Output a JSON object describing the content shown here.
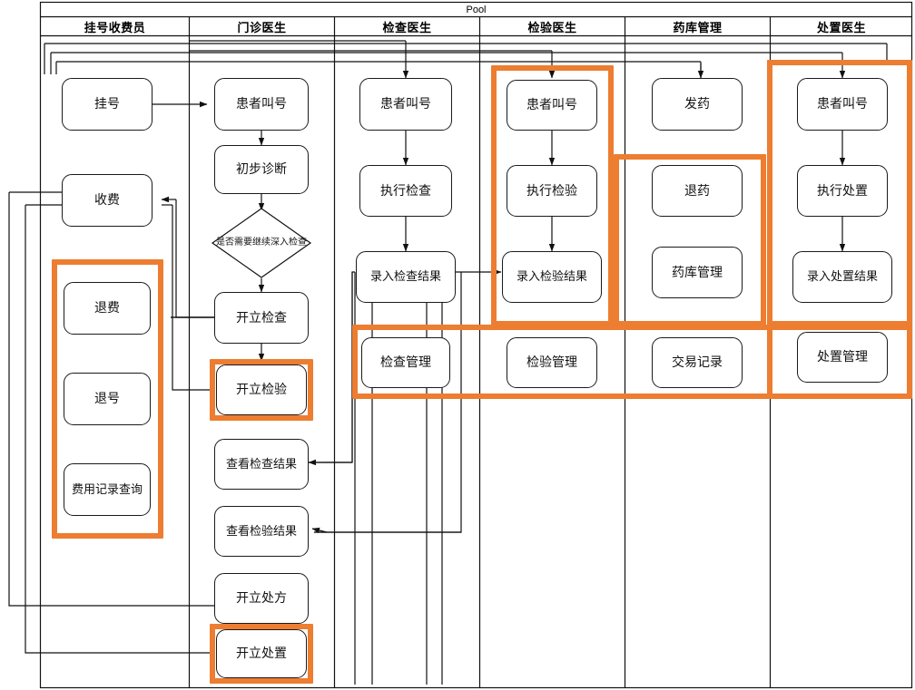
{
  "pool": {
    "title": "Pool"
  },
  "theme": {
    "highlight_color": "#ED7D31",
    "line_color": "#1a1a1a",
    "node_fill": "#ffffff"
  },
  "lanes": [
    {
      "id": "lane-registration",
      "label": "挂号收费员"
    },
    {
      "id": "lane-outpatient",
      "label": "门诊医生"
    },
    {
      "id": "lane-exam",
      "label": "检查医生"
    },
    {
      "id": "lane-lab",
      "label": "检验医生"
    },
    {
      "id": "lane-pharmacy",
      "label": "药库管理"
    },
    {
      "id": "lane-treatment",
      "label": "处置医生"
    }
  ],
  "nodes": {
    "registration": [
      {
        "id": "guahao",
        "label": "挂号"
      },
      {
        "id": "shoufei",
        "label": "收费"
      },
      {
        "id": "tuifei",
        "label": "退费"
      },
      {
        "id": "tuihao",
        "label": "退号"
      },
      {
        "id": "feiyongchaxun",
        "label": "费用记录查询"
      }
    ],
    "outpatient": [
      {
        "id": "op-jiaohao",
        "label": "患者叫号"
      },
      {
        "id": "op-chubuzhenduan",
        "label": "初步诊断"
      },
      {
        "id": "op-decision",
        "label": "是否需要继续深入检查"
      },
      {
        "id": "op-kailijiancha",
        "label": "开立检查"
      },
      {
        "id": "op-kailijianyan",
        "label": "开立检验"
      },
      {
        "id": "op-chakanjiancha",
        "label": "查看检查结果"
      },
      {
        "id": "op-chakanjianyan",
        "label": "查看检验结果"
      },
      {
        "id": "op-kailichufang",
        "label": "开立处方"
      },
      {
        "id": "op-kailichuzhi",
        "label": "开立处置"
      }
    ],
    "exam": [
      {
        "id": "ex-jiaohao",
        "label": "患者叫号"
      },
      {
        "id": "ex-zhixing",
        "label": "执行检查"
      },
      {
        "id": "ex-luru",
        "label": "录入检查结果"
      },
      {
        "id": "ex-guanli",
        "label": "检查管理"
      }
    ],
    "lab": [
      {
        "id": "lab-jiaohao",
        "label": "患者叫号"
      },
      {
        "id": "lab-zhixing",
        "label": "执行检验"
      },
      {
        "id": "lab-luru",
        "label": "录入检验结果"
      },
      {
        "id": "lab-guanli",
        "label": "检验管理"
      }
    ],
    "pharmacy": [
      {
        "id": "ph-fayao",
        "label": "发药"
      },
      {
        "id": "ph-tuiyao",
        "label": "退药"
      },
      {
        "id": "ph-yaoku",
        "label": "药库管理"
      },
      {
        "id": "ph-jiaoyi",
        "label": "交易记录"
      }
    ],
    "treatment": [
      {
        "id": "tr-jiaohao",
        "label": "患者叫号"
      },
      {
        "id": "tr-zhixing",
        "label": "执行处置"
      },
      {
        "id": "tr-luru",
        "label": "录入处置结果"
      },
      {
        "id": "tr-guanli",
        "label": "处置管理"
      }
    ]
  },
  "highlights": [
    {
      "id": "hl-refund-group",
      "covers": [
        "退费",
        "退号",
        "费用记录查询"
      ]
    },
    {
      "id": "hl-kailijianyan",
      "covers": [
        "开立检验"
      ]
    },
    {
      "id": "hl-kailichuzhi",
      "covers": [
        "开立处置"
      ]
    },
    {
      "id": "hl-lab-flow",
      "covers": [
        "患者叫号",
        "执行检验",
        "录入检验结果"
      ]
    },
    {
      "id": "hl-pharmacy-group",
      "covers": [
        "退药",
        "药库管理"
      ]
    },
    {
      "id": "hl-treatment-flow",
      "covers": [
        "患者叫号",
        "执行处置",
        "录入处置结果"
      ]
    },
    {
      "id": "hl-management-row",
      "covers": [
        "检查管理",
        "检验管理",
        "交易记录",
        "处置管理"
      ]
    },
    {
      "id": "hl-treatment-lane",
      "covers": [
        "处置医生"
      ]
    }
  ]
}
